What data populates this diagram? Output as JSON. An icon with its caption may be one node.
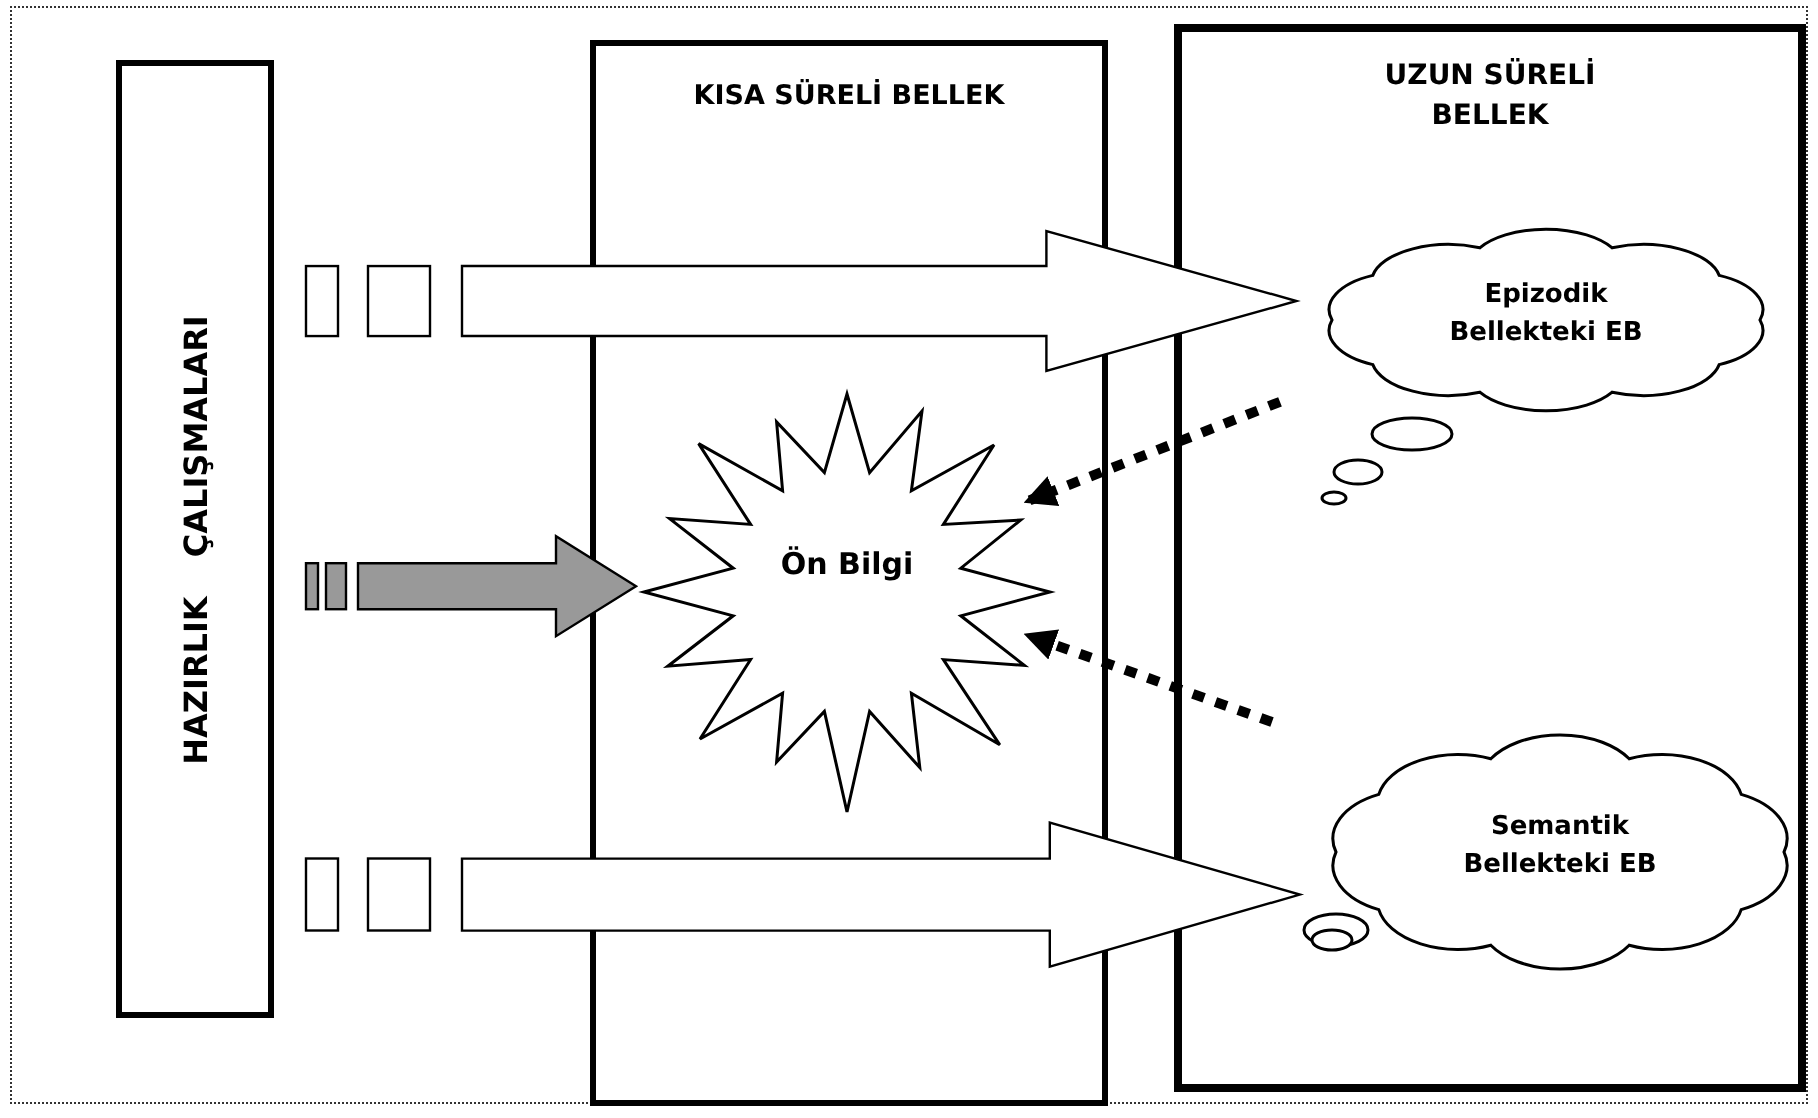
{
  "diagram": {
    "nodes": [
      {
        "text": [
          "HAZIRLIK ÇALIŞMALARI"
        ]
      },
      {
        "text": [
          "KISA SÜRELİ BELLEK"
        ]
      },
      {
        "text": [
          "UZUN SÜRELİ BELLEK"
        ]
      },
      {
        "text": [
          "Ön Bilgi"
        ],
        "in": 1
      },
      {
        "text": [
          "Epizodik Bellekteki EB"
        ],
        "in": 2
      },
      {
        "text": [
          "Semantik Bellekteki EB"
        ],
        "in": 2
      }
    ],
    "edges": [
      {
        "from": 0,
        "to": 4,
        "arrow": "to"
      },
      {
        "from": 0,
        "to": 3,
        "arrow": "to",
        "color": "#999999"
      },
      {
        "from": 0,
        "to": 5,
        "arrow": "to"
      },
      {
        "from": 4,
        "to": 3,
        "arrow": "to",
        "style": "dashed"
      },
      {
        "from": 5,
        "to": 3,
        "arrow": "to",
        "style": "dashed"
      }
    ]
  }
}
